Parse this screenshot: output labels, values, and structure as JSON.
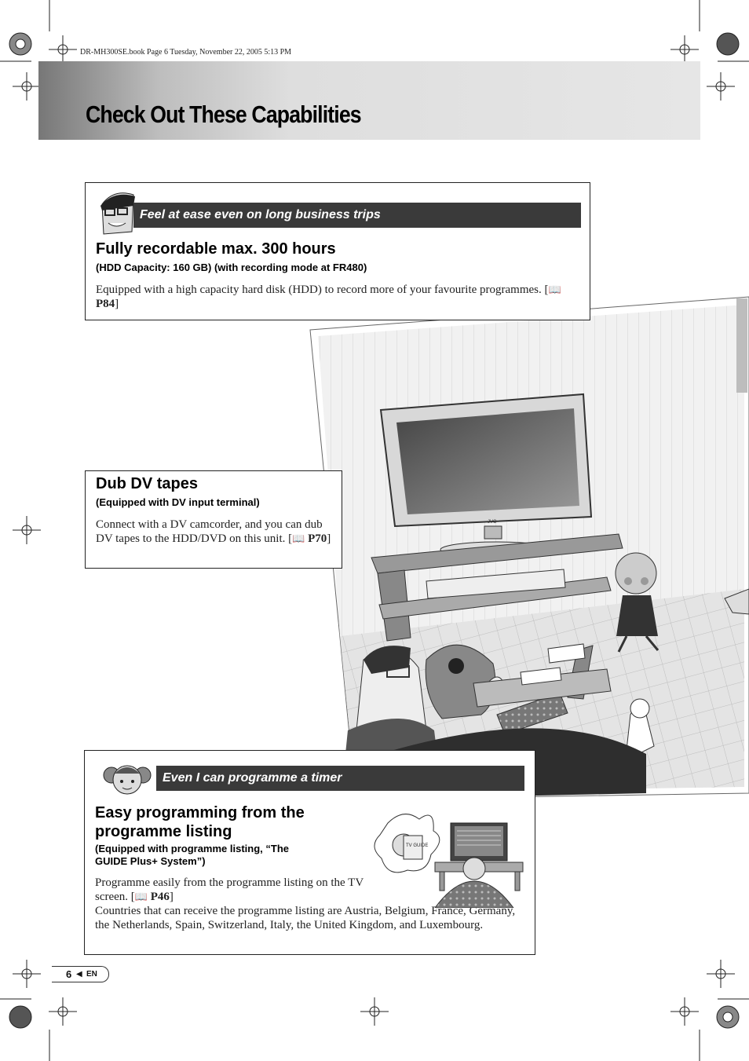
{
  "file_header": "DR-MH300SE.book  Page 6  Tuesday, November 22, 2005  5:13 PM",
  "page_title": "Check Out These Capabilities",
  "section1": {
    "banner": "Feel at ease even on long business trips",
    "heading": "Fully recordable max. 300 hours",
    "subheading": "(HDD Capacity: 160 GB) (with recording mode at FR480)",
    "body": "Equipped with a high capacity hard disk (HDD) to record more of your favourite programmes. [",
    "ref": "P84",
    "ref_close": "]"
  },
  "section2": {
    "heading": "Dub DV tapes",
    "subheading": "(Equipped with DV input terminal)",
    "body": "Connect with a DV camcorder, and you can dub DV tapes to the HDD/DVD on this unit. [",
    "ref": "P70",
    "ref_close": "]"
  },
  "section3": {
    "banner": "Even I can programme a timer",
    "heading_line1": "Easy programming from the",
    "heading_line2": "programme listing",
    "subheading_line1": "(Equipped with programme listing, “The",
    "subheading_line2": "GUIDE Plus+ System”)",
    "body1": "Programme easily from the programme listing on the TV screen. [",
    "ref": "P46",
    "ref_close": "]",
    "body2": "Countries that can receive the programme listing are Austria, Belgium, France, Germany, the Netherlands, Spain, Switzerland, Italy, the United Kingdom, and Luxembourg."
  },
  "illustration": {
    "tv_brand": "JVC",
    "guide_book_label": "TV GUIDE"
  },
  "footer": {
    "page_number": "6",
    "arrow": "◀",
    "language": "EN"
  }
}
